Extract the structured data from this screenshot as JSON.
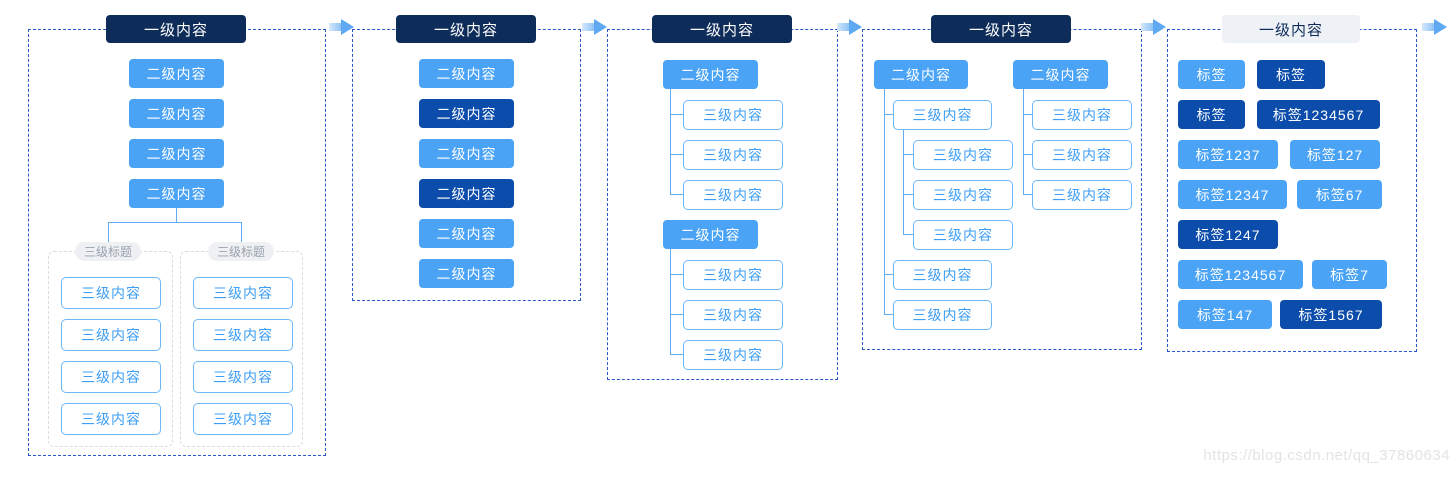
{
  "watermark": "https://blog.csdn.net/qq_37860634",
  "colors": {
    "header_navy": "#0e2c59",
    "dark_blue": "#0c4cab",
    "light_blue": "#4aa3f5",
    "outline_border": "#6db7f7",
    "outline_text": "#3d9ef5",
    "panel_border": "#2a57c9",
    "group_border": "#d8dbe1",
    "pill_bg": "#eef0f4",
    "pill_text": "#9aa1ab",
    "header_light_bg": "#eef1f6",
    "connector": "#63acf2",
    "arrow_head": "#5ea9f2",
    "watermark_text": "#e3e3e5"
  },
  "panels": [
    {
      "name": "vertical menu with grouped third level",
      "header": "一级内容",
      "level2_buttons": [
        "二级内容",
        "二级内容",
        "二级内容",
        "二级内容"
      ],
      "groups": [
        {
          "title": "三级标题",
          "items": [
            "三级内容",
            "三级内容",
            "三级内容",
            "三级内容"
          ]
        },
        {
          "title": "三级标题",
          "items": [
            "三级内容",
            "三级内容",
            "三级内容",
            "三级内容"
          ]
        }
      ]
    },
    {
      "name": "vertical menu with highlighted items",
      "header": "一级内容",
      "level2_buttons": [
        {
          "label": "二级内容",
          "variant": "light"
        },
        {
          "label": "二级内容",
          "variant": "dark"
        },
        {
          "label": "二级内容",
          "variant": "light"
        },
        {
          "label": "二级内容",
          "variant": "dark"
        },
        {
          "label": "二级内容",
          "variant": "light"
        },
        {
          "label": "二级内容",
          "variant": "light"
        }
      ]
    },
    {
      "name": "indented tree",
      "header": "一级内容",
      "groups": [
        {
          "parent": "二级内容",
          "children": [
            "三级内容",
            "三级内容",
            "三级内容"
          ]
        },
        {
          "parent": "二级内容",
          "children": [
            "三级内容",
            "三级内容",
            "三级内容"
          ]
        }
      ]
    },
    {
      "name": "two column tree",
      "header": "一级内容",
      "left_column": {
        "parent": "二级内容",
        "children": [
          "三级内容",
          "三级内容",
          "三级内容",
          "三级内容",
          "三级内容",
          "三级内容"
        ]
      },
      "right_column": {
        "parent": "二级内容",
        "children": [
          "三级内容",
          "三级内容",
          "三级内容"
        ]
      }
    },
    {
      "name": "tag wall",
      "header": "一级内容",
      "rows": [
        [
          {
            "label": "标签",
            "variant": "light"
          },
          {
            "label": "标签",
            "variant": "dark"
          }
        ],
        [
          {
            "label": "标签",
            "variant": "dark"
          },
          {
            "label": "标签1234567",
            "variant": "dark"
          }
        ],
        [
          {
            "label": "标签1237",
            "variant": "light"
          },
          {
            "label": "标签127",
            "variant": "light"
          }
        ],
        [
          {
            "label": "标签12347",
            "variant": "light"
          },
          {
            "label": "标签67",
            "variant": "light"
          }
        ],
        [
          {
            "label": "标签1247",
            "variant": "dark"
          }
        ],
        [
          {
            "label": "标签1234567",
            "variant": "light"
          },
          {
            "label": "标签7",
            "variant": "light"
          }
        ],
        [
          {
            "label": "标签147",
            "variant": "light"
          },
          {
            "label": "标签1567",
            "variant": "dark"
          }
        ]
      ]
    }
  ]
}
